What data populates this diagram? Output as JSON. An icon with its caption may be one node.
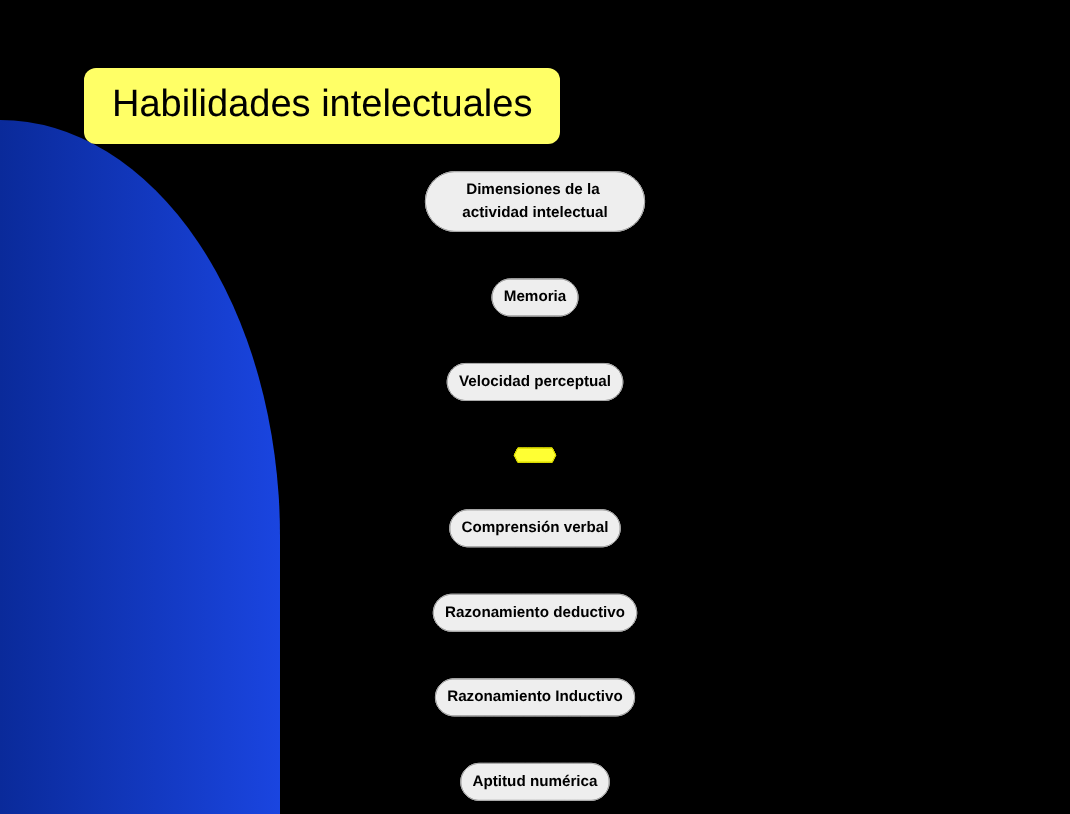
{
  "diagram": {
    "title": "Habilidades intelectuales",
    "nodes": [
      {
        "text": [
          "Dimensiones de la actividad intelectual"
        ]
      },
      {
        "text": [
          "Memoria"
        ]
      },
      {
        "text": [
          "Velocidad perceptual"
        ]
      },
      {
        "text": [],
        "shape": "star"
      },
      {
        "text": [
          "Comprensión verbal"
        ]
      },
      {
        "text": [
          "Razonamiento deductivo"
        ]
      },
      {
        "text": [
          "Razonamiento Inductivo"
        ]
      },
      {
        "text": [
          "Aptitud numérica"
        ]
      }
    ],
    "edges": []
  }
}
